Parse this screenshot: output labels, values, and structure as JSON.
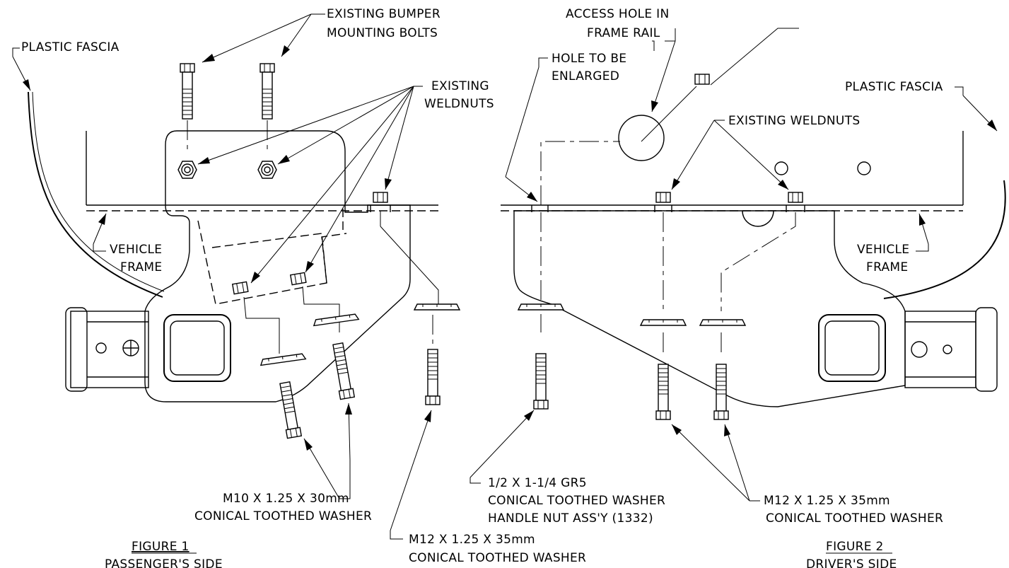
{
  "figure1": {
    "title": "FIGURE 1",
    "subtitle": "PASSENGER'S SIDE",
    "labels": {
      "plastic_fascia": "PLASTIC FASCIA",
      "bumper_bolts_1": "EXISTING BUMPER",
      "bumper_bolts_2": "MOUNTING BOLTS",
      "weldnuts_1": "EXISTING",
      "weldnuts_2": "WELDNUTS",
      "vehicle_frame_1": "VEHICLE",
      "vehicle_frame_2": "FRAME",
      "m10_1": "M10 X 1.25 X 30mm",
      "m10_2": "CONICAL TOOTHED WASHER",
      "m12_1": "M12 X 1.25 X 35mm",
      "m12_2": "CONICAL TOOTHED WASHER"
    }
  },
  "figure2": {
    "title": "FIGURE 2",
    "subtitle": "DRIVER'S SIDE",
    "labels": {
      "access_hole_1": "ACCESS HOLE IN",
      "access_hole_2": "FRAME RAIL",
      "hole_enlarged_1": "HOLE TO BE",
      "hole_enlarged_2": "ENLARGED",
      "plastic_fascia": "PLASTIC FASCIA",
      "weldnuts": "EXISTING WELDNUTS",
      "vehicle_frame_1": "VEHICLE",
      "vehicle_frame_2": "FRAME",
      "gr5_1": "1/2 X 1-1/4 GR5",
      "gr5_2": "CONICAL TOOTHED WASHER",
      "gr5_3": "HANDLE NUT ASS'Y (1332)",
      "m12_1": "M12 X 1.25 X 35mm",
      "m12_2": "CONICAL TOOTHED WASHER"
    }
  }
}
